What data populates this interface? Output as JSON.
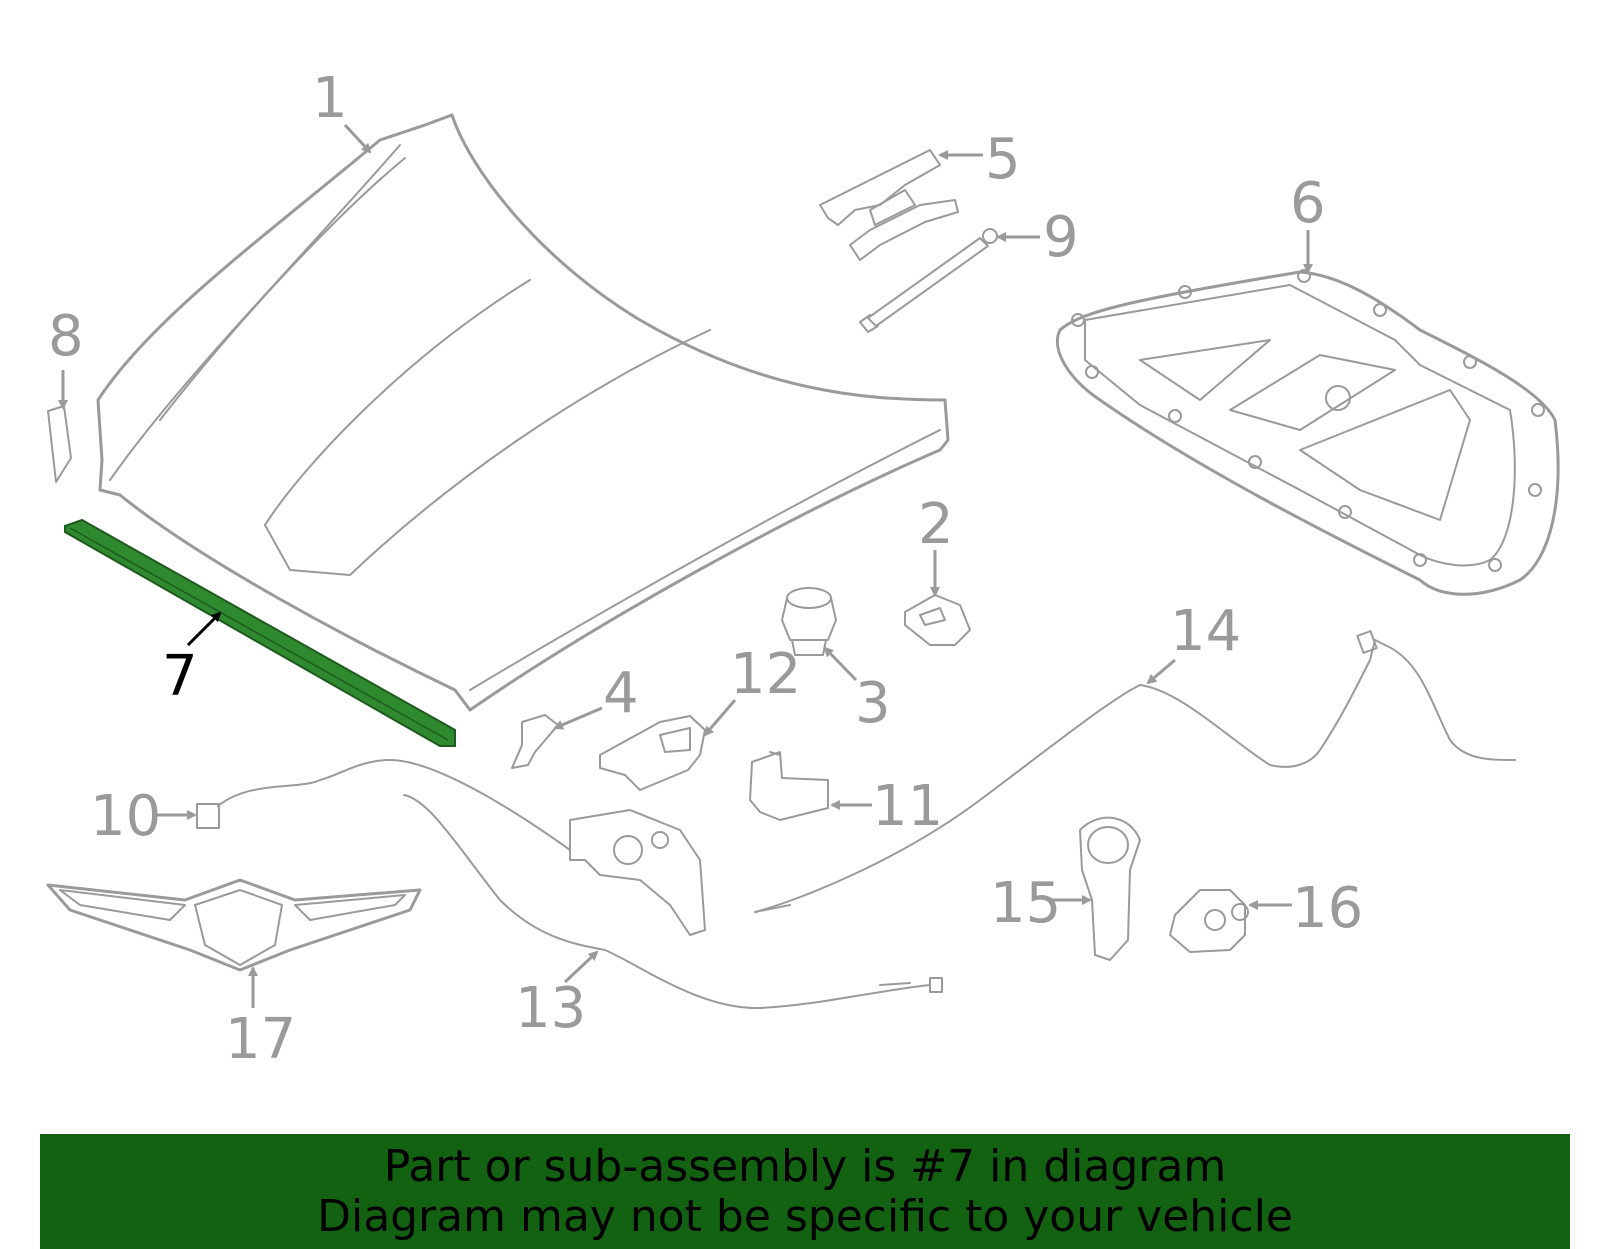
{
  "diagram": {
    "highlighted_part": "7",
    "highlight_color": "#2f8a2f",
    "banner_color": "#126212",
    "callouts": [
      "1",
      "2",
      "3",
      "4",
      "5",
      "6",
      "7",
      "8",
      "9",
      "10",
      "11",
      "12",
      "13",
      "14",
      "15",
      "16",
      "17"
    ]
  },
  "banner": {
    "line1": "Part or sub-assembly is #7 in diagram",
    "line2": "Diagram may not be specific to your vehicle"
  }
}
